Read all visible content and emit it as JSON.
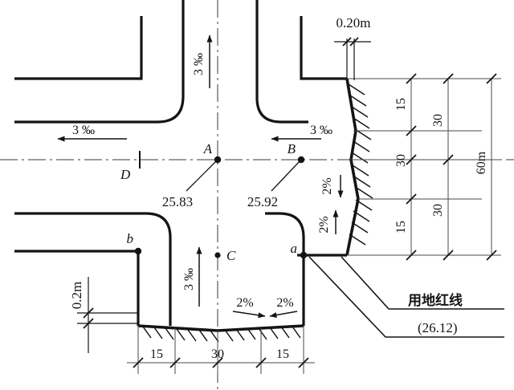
{
  "drawing": {
    "title": "road-intersection-grading-plan",
    "line_color": "#141414",
    "background": "#ffffff"
  },
  "points": {
    "A": {
      "label": "A",
      "elevation": "25.83"
    },
    "B": {
      "label": "B",
      "elevation": "25.92"
    },
    "C": {
      "label": "C"
    },
    "D": {
      "label": "D"
    },
    "a": {
      "label": "a"
    },
    "b": {
      "label": "b"
    }
  },
  "slopes": {
    "top_vertical": "3 ‰",
    "left_horizontal": "3 ‰",
    "right_horizontal": "3 ‰",
    "bottom_vertical": "3 ‰",
    "right_upper_cross": "2%",
    "right_lower_cross": "2%",
    "bottom_left_cross": "2%",
    "bottom_right_cross": "2%"
  },
  "dimensions": {
    "top_width": "0.20m",
    "left_height": "0.2m",
    "right_inner": [
      "15",
      "30",
      "15"
    ],
    "right_middle": [
      "30",
      "30"
    ],
    "right_outer": "60m",
    "bottom_chain": [
      "15",
      "30",
      "15"
    ]
  },
  "annotations": {
    "red_line_label": "用地红线",
    "red_line_elevation": "(26.12)"
  }
}
